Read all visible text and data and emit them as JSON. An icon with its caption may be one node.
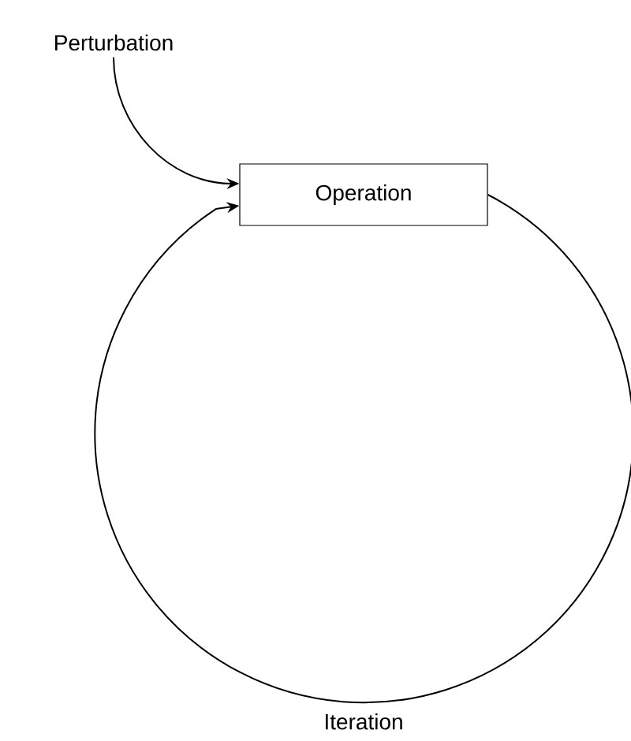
{
  "diagram": {
    "nodes": [
      {
        "text": [
          "Perturbation"
        ]
      },
      {
        "text": [
          "Operation"
        ]
      }
    ],
    "edges": [
      {
        "from": 0,
        "to": 1,
        "arrow": "to"
      },
      {
        "from": 1,
        "to": 1,
        "arrow": "to",
        "label": "Iteration"
      }
    ]
  }
}
